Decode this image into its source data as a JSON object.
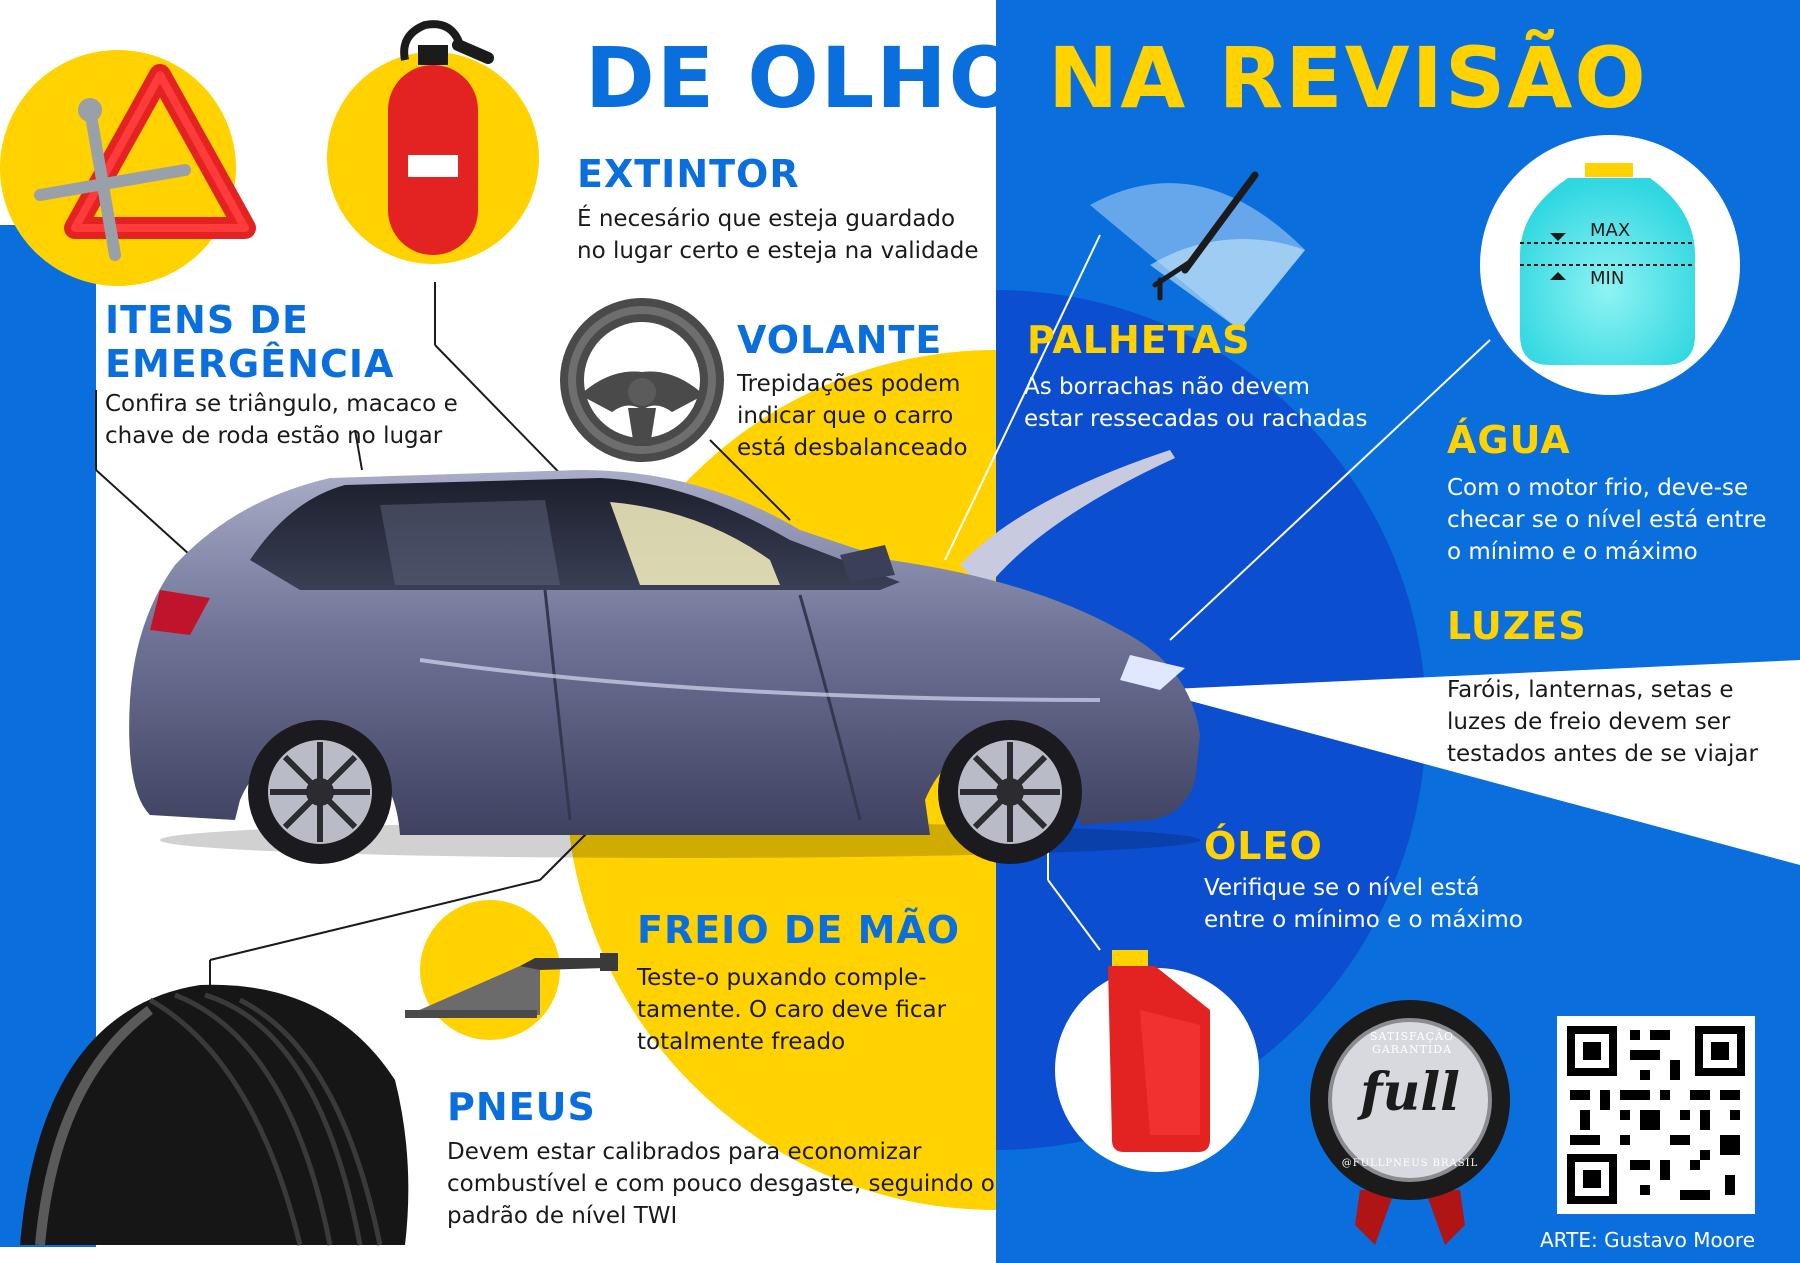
{
  "title": {
    "part1": "DE OLHO",
    "part2": "NA REVISÃO"
  },
  "sections": {
    "extintor": {
      "heading": "EXTINTOR",
      "text": [
        "É necesário que esteja guardado",
        "no lugar certo e esteja na validade"
      ]
    },
    "itens": {
      "heading": [
        "ITENS DE",
        "EMERGÊNCIA"
      ],
      "text": [
        "Confira se triângulo, macaco e",
        "chave de roda estão no lugar"
      ]
    },
    "volante": {
      "heading": "VOLANTE",
      "text": [
        "Trepidações podem",
        "indicar que o carro",
        "está desbalanceado"
      ]
    },
    "palhetas": {
      "heading": "PALHETAS",
      "text": [
        "As borrachas não devem",
        "estar ressecadas ou rachadas"
      ]
    },
    "agua": {
      "heading": "ÁGUA",
      "text": [
        "Com o motor frio, deve-se",
        "checar se o nível está entre",
        "o mínimo e o máximo"
      ]
    },
    "luzes": {
      "heading": "LUZES",
      "text": [
        "Faróis, lanternas, setas e",
        "luzes de freio devem ser",
        "testados antes de se viajar"
      ]
    },
    "oleo": {
      "heading": "ÓLEO",
      "text": [
        "Verifique se o nível está",
        "entre o mínimo e o máximo"
      ]
    },
    "freio": {
      "heading": "FREIO DE MÃO",
      "text": [
        "Teste-o puxando comple-",
        "tamente. O caro deve ficar",
        "totalmente freado"
      ]
    },
    "pneus": {
      "heading": "PNEUS",
      "text": [
        "Devem estar calibrados para economizar",
        "combustível e com pouco desgaste, seguindo o",
        "padrão de nível TWI"
      ]
    }
  },
  "reservoir": {
    "max": "MAX",
    "min": "MIN"
  },
  "seal": {
    "arc_text": "SATISFAÇÃO GARANTIDA",
    "brand": "full",
    "bottom_text": "@FULLPNEUS BRASIL"
  },
  "credit": "ARTE: Gustavo Moore",
  "colors": {
    "blue": "#0a6fdd",
    "dark_blue": "#0b4fd0",
    "yellow": "#ffd200",
    "red": "#e32222",
    "white": "#ffffff"
  },
  "icons": [
    "warning-triangle-icon",
    "lug-wrench-icon",
    "fire-extinguisher-icon",
    "steering-wheel-icon",
    "wiper-blade-icon",
    "coolant-reservoir-icon",
    "oil-bottle-icon",
    "handbrake-icon",
    "tire-icon",
    "car-illustration",
    "qr-code",
    "guarantee-seal"
  ]
}
